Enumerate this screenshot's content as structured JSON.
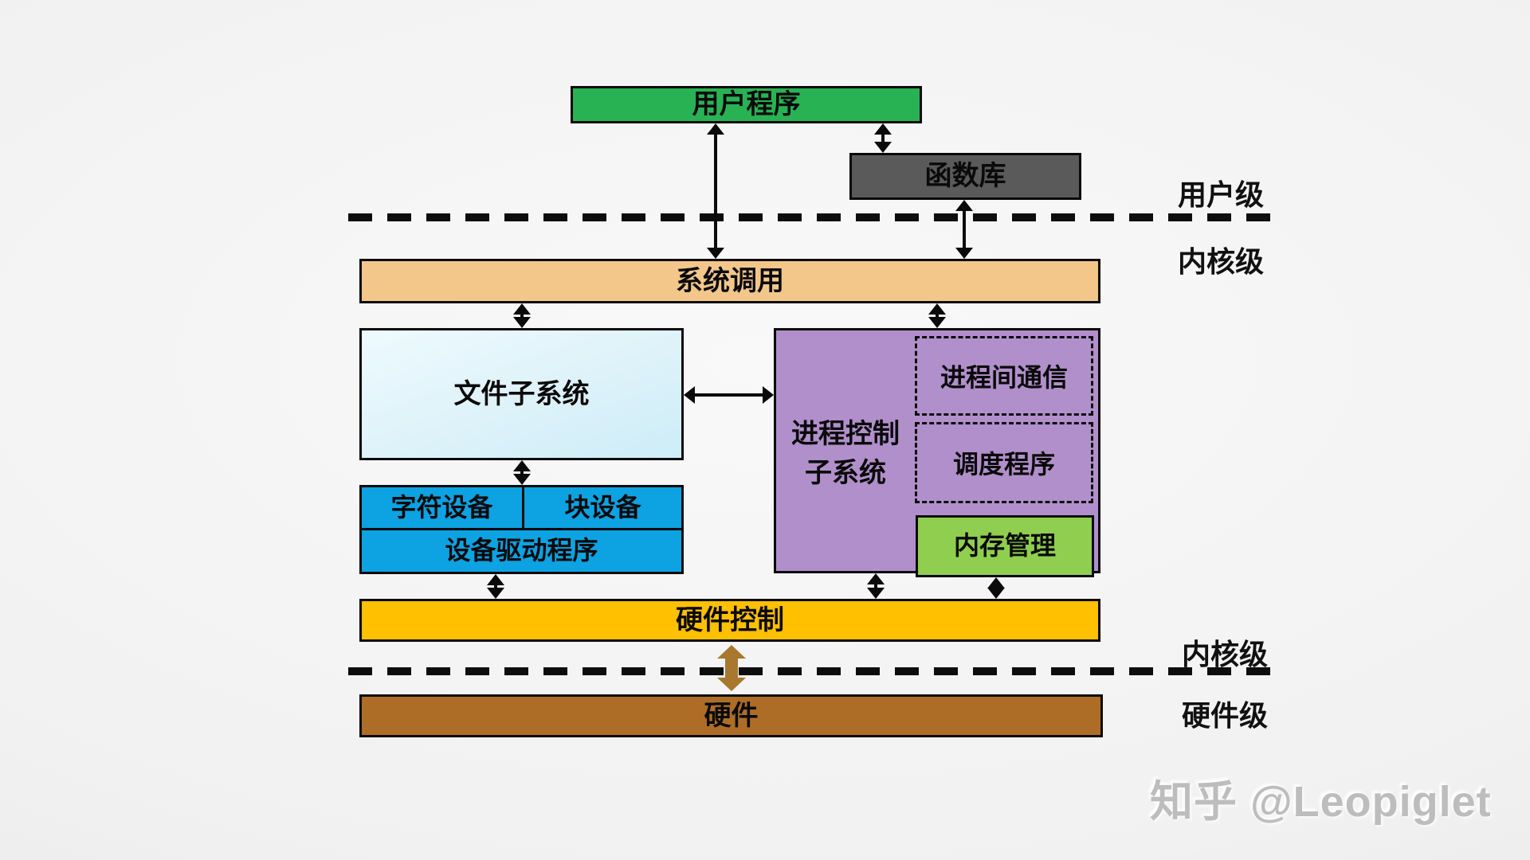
{
  "boxes": {
    "user_program": "用户程序",
    "function_library": "函数库",
    "system_call": "系统调用",
    "file_subsystem": "文件子系统",
    "process_control": "进程控制\n子系统",
    "ipc": "进程间通信",
    "scheduler": "调度程序",
    "memory_management": "内存管理",
    "char_device": "字符设备",
    "block_device": "块设备",
    "device_driver": "设备驱动程序",
    "hardware_control": "硬件控制",
    "hardware": "硬件"
  },
  "levels": {
    "user": "用户级",
    "kernel_upper": "内核级",
    "kernel_lower": "内核级",
    "hardware": "硬件级"
  },
  "watermark": "知乎 @Leopiglet",
  "colors": {
    "user_program": "#28b254",
    "function_library": "#5a5a5a",
    "system_call": "#f3c78a",
    "file_subsystem": "#ddf2f9",
    "process_control": "#b18fcb",
    "memory_management": "#8fce4f",
    "device_blue": "#0da2e2",
    "hardware_control": "#ffc000",
    "hardware": "#ae6d26",
    "hardware_arrow": "#a8782f",
    "line_black": "#0a0a0a",
    "watermark_gray": "#bdbdbd"
  }
}
